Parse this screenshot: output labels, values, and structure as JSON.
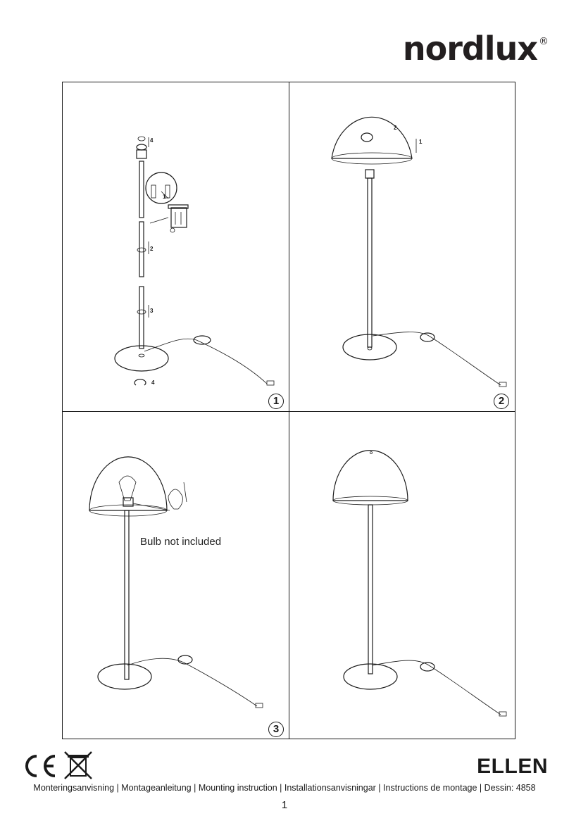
{
  "brand": {
    "name": "nordlux",
    "registered_mark": "®"
  },
  "panels": [
    {
      "step": "1",
      "labels": [
        "4",
        "1",
        "2",
        "3",
        "4"
      ]
    },
    {
      "step": "2",
      "labels": [
        "2",
        "1"
      ]
    },
    {
      "step": "3",
      "note": "Bulb not included"
    },
    {
      "step": ""
    }
  ],
  "footer": {
    "model_name": "ELLEN",
    "icons": [
      "ce-mark-icon",
      "weee-bin-icon"
    ],
    "subtitle": "Monteringsanvisning | Montageanleitung | Mounting instruction | Installationsanvisningar | Instructions de montage | Dessin: 4858",
    "page_number": "1"
  }
}
